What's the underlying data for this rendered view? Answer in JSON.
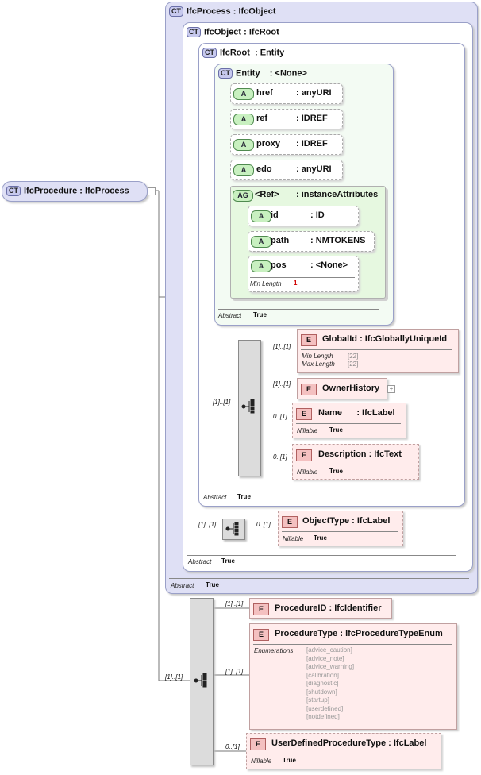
{
  "root": {
    "badge": "CT",
    "name": "IfcProcedure",
    "type": "IfcProcess"
  },
  "ifcprocess": {
    "badge": "CT",
    "name": "IfcProcess",
    "type": "IfcObject",
    "abstract_label": "Abstract",
    "abstract_value": "True"
  },
  "ifcobject": {
    "badge": "CT",
    "name": "IfcObject",
    "type": "IfcRoot",
    "abstract_label": "Abstract",
    "abstract_value": "True"
  },
  "ifcroot": {
    "badge": "CT",
    "name": "IfcRoot",
    "type": "Entity",
    "abstract_label": "Abstract",
    "abstract_value": "True"
  },
  "entity": {
    "badge": "CT",
    "name": "Entity",
    "type": "<None>",
    "abstract_label": "Abstract",
    "abstract_value": "True"
  },
  "entity_attrs": [
    {
      "badge": "A",
      "name": "href",
      "type": ": anyURI"
    },
    {
      "badge": "A",
      "name": "ref",
      "type": ": IDREF"
    },
    {
      "badge": "A",
      "name": "proxy",
      "type": ": IDREF"
    },
    {
      "badge": "A",
      "name": "edo",
      "type": ": anyURI"
    }
  ],
  "attr_group": {
    "badge": "AG",
    "name": "<Ref>",
    "type": ": instanceAttributes",
    "attrs": [
      {
        "badge": "A",
        "name": "id",
        "type": ": ID"
      },
      {
        "badge": "A",
        "name": "path",
        "type": ": NMTOKENS"
      },
      {
        "badge": "A",
        "name": "pos",
        "type": ": <None>"
      }
    ],
    "minlength_label": "Min Length",
    "minlength_value": "1"
  },
  "root_elements": [
    {
      "badge": "E",
      "name": "GlobalId",
      "type": ": IfcGloballyUniqueId",
      "card": "[1]..[1]",
      "meta": [
        {
          "label": "Min Length",
          "value": "[22]"
        },
        {
          "label": "Max Length",
          "value": "[22]"
        }
      ]
    },
    {
      "badge": "E",
      "name": "OwnerHistory",
      "card": "[1]..[1]"
    },
    {
      "badge": "E",
      "name": "Name",
      "type": ": IfcLabel",
      "card": "0..[1]",
      "nillable_label": "Nillable",
      "nillable_value": "True"
    },
    {
      "badge": "E",
      "name": "Description",
      "type": ": IfcText",
      "card": "0..[1]",
      "nillable_label": "Nillable",
      "nillable_value": "True"
    }
  ],
  "root_seq_card": "[1]..[1]",
  "object_seq_card": "[1]..[1]",
  "object_type": {
    "badge": "E",
    "name": "ObjectType",
    "type": ": IfcLabel",
    "card": "0..[1]",
    "nillable_label": "Nillable",
    "nillable_value": "True"
  },
  "procedure_seq_card": "[1]..[1]",
  "procedure_elements": [
    {
      "badge": "E",
      "name": "ProcedureID",
      "type": ": IfcIdentifier",
      "card": "[1]..[1]"
    },
    {
      "badge": "E",
      "name": "ProcedureType",
      "type": ": IfcProcedureTypeEnum",
      "card": "[1]..[1]",
      "enum_label": "Enumerations",
      "enums": [
        "[advice_caution]",
        "[advice_note]",
        "[advice_warning]",
        "[calibration]",
        "[diagnostic]",
        "[shutdown]",
        "[startup]",
        "[userdefined]",
        "[notdefined]"
      ]
    },
    {
      "badge": "E",
      "name": "UserDefinedProcedureType",
      "type": ": IfcLabel",
      "card": "0..[1]",
      "nillable_label": "Nillable",
      "nillable_value": "True"
    }
  ],
  "colors": {
    "ct_fill": "#dfe0f5",
    "attr_badge": "#c8f0c0",
    "elem_fill": "#ffecec",
    "seq_fill": "#dcdcdc"
  }
}
